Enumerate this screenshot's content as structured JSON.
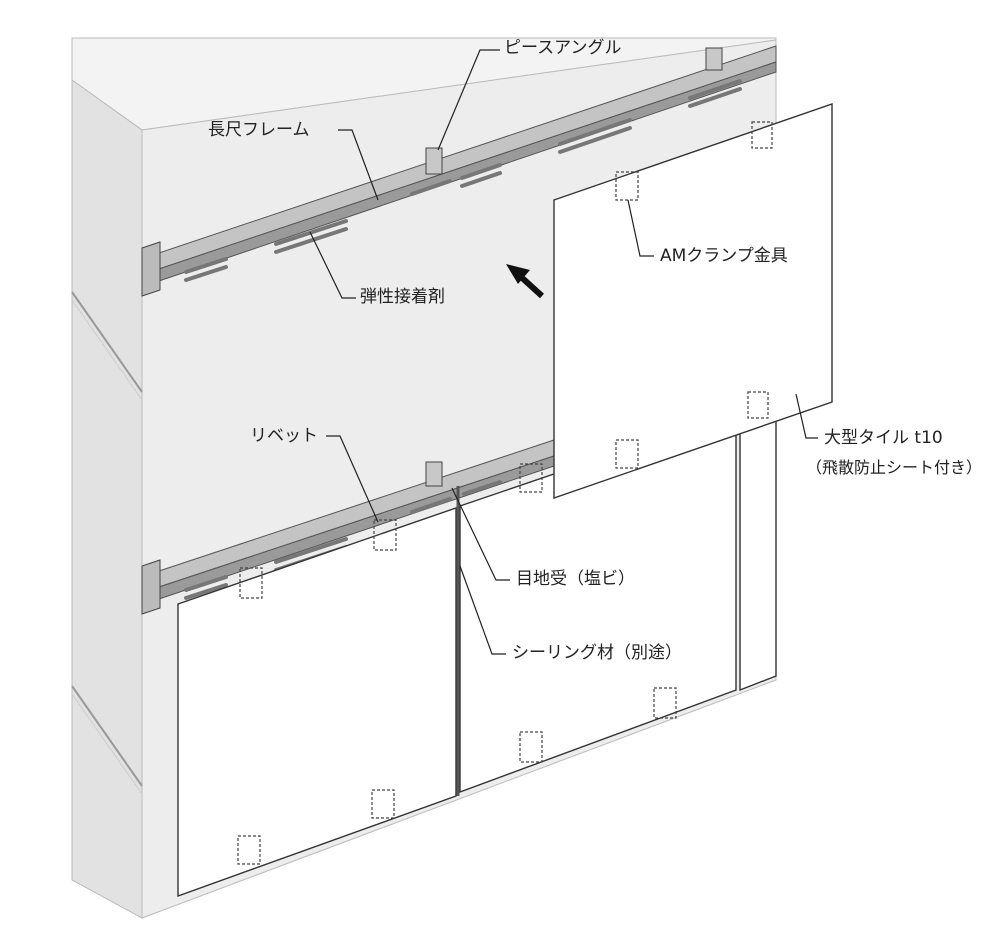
{
  "labels": {
    "piece_angle": "ピースアングル",
    "long_frame": "長尺フレーム",
    "elastic_adhesive": "弾性接着剤",
    "am_clamp": "AMクランプ金具",
    "rivet": "リベット",
    "large_tile": "大型タイル t10",
    "large_tile_note": "（飛散防止シート付き）",
    "joint_receiver": "目地受（塩ビ）",
    "sealing_material": "シーリング材（別途）"
  },
  "colors": {
    "wall_face": "#ededed",
    "wall_side": "#e2e2e2",
    "wall_top": "#f3f3f3",
    "frame_fill": "#b9b9b9",
    "frame_dark": "#8e8e8e",
    "tile_fill": "#ffffff",
    "line": "#333333"
  }
}
